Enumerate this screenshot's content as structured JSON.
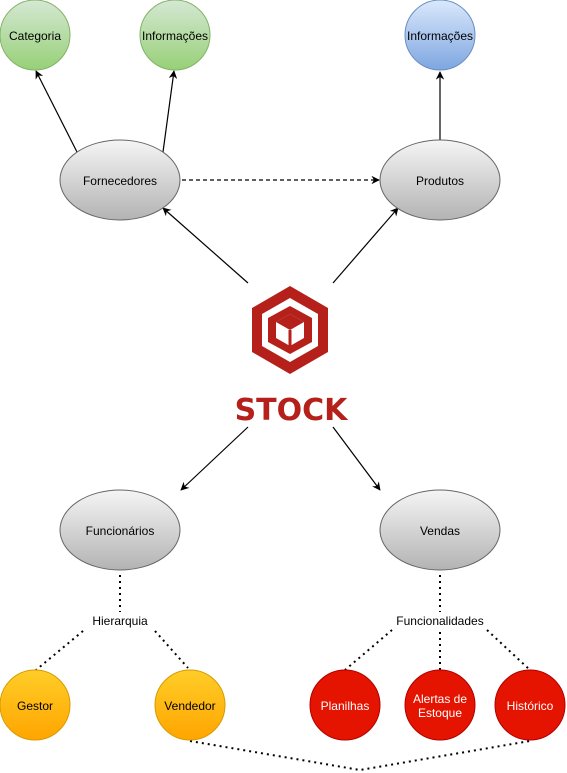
{
  "nodes": {
    "categoria": {
      "label": "Categoria"
    },
    "info_fornecedores": {
      "label": "Informações"
    },
    "info_produtos": {
      "label": "Informações"
    },
    "fornecedores": {
      "label": "Fornecedores"
    },
    "produtos": {
      "label": "Produtos"
    },
    "funcionarios": {
      "label": "Funcionários"
    },
    "vendas": {
      "label": "Vendas"
    },
    "gestor": {
      "label": "Gestor"
    },
    "vendedor": {
      "label": "Vendedor"
    },
    "planilhas": {
      "label": "Planilhas"
    },
    "alertas": {
      "label_line1": "Alertas de",
      "label_line2": "Estoque"
    },
    "historico": {
      "label": "Histórico"
    }
  },
  "edge_labels": {
    "hierarquia": "Hierarquia",
    "funcionalidades": "Funcionalidades"
  },
  "logo": {
    "text": "STOCK",
    "icon": "stock-cube-logo-icon"
  },
  "colors": {
    "green_fill": "#b9e0a5",
    "green_stroke": "#82b366",
    "blue_fill": "#a9c4eb",
    "blue_stroke": "#6c8ebf",
    "gray_fill": "#e0e0e0",
    "gray_stroke": "#666666",
    "orange_fill": "#ffcd28",
    "orange_stroke": "#d79b00",
    "red_fill": "#e51400",
    "red_stroke": "#b20000",
    "logo_red": "#b5201b"
  }
}
